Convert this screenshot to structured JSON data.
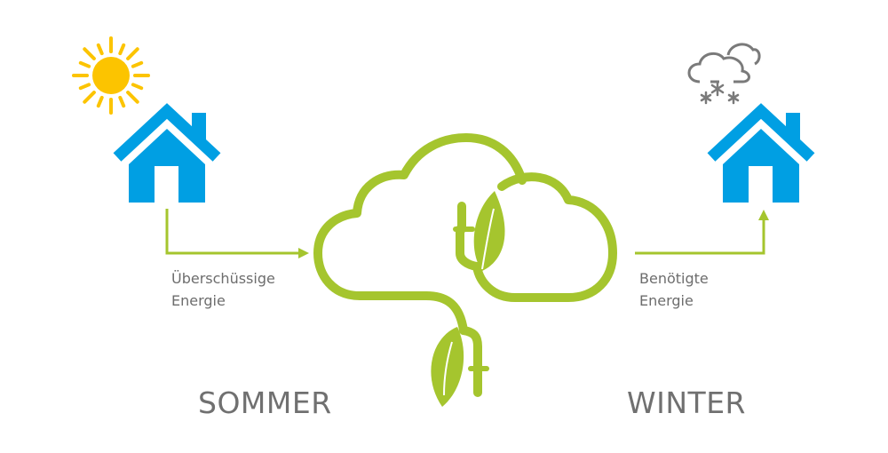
{
  "colors": {
    "house": "#009fe3",
    "green": "#a5c52e",
    "sun": "#fcc400",
    "text": "#6d6d6d",
    "snow_cloud": "#7a7a7a"
  },
  "icons": [
    "sun-icon",
    "house-icon",
    "snow-cloud-icon",
    "green-cloud-plug-icon",
    "leaf-icon"
  ],
  "left": {
    "label_line1": "Überschüssige",
    "label_line2": "Energie",
    "season": "SOMMER"
  },
  "right": {
    "label_line1": "Benötigte",
    "label_line2": "Energie",
    "season": "WINTER"
  }
}
